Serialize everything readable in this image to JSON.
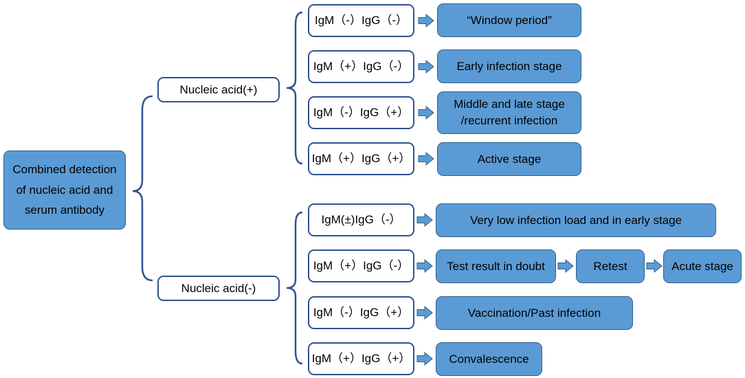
{
  "colors": {
    "box_fill": "#5b9bd5",
    "box_border": "#2e5c8a",
    "node_border": "#2f528f",
    "brace": "#2f528f",
    "arrow_fill": "#5b9bd5"
  },
  "root": {
    "lines": [
      "Combined detection",
      "of nucleic acid and",
      "serum antibody"
    ]
  },
  "positive": {
    "label": "Nucleic acid(+)",
    "results": [
      {
        "test": "IgM（-）IgG（-）",
        "outcome": "“Window period”"
      },
      {
        "test": "IgM（+）IgG（-）",
        "outcome": "Early infection stage"
      },
      {
        "test": "IgM（-）IgG（+）",
        "outcome_lines": [
          "Middle and late stage",
          "/recurrent infection"
        ]
      },
      {
        "test": "IgM（+）IgG（+）",
        "outcome": "Active stage"
      }
    ]
  },
  "negative": {
    "label": "Nucleic acid(-)",
    "results": [
      {
        "test": "IgM(±)IgG（-）",
        "outcome": "Very low infection load and in early stage"
      },
      {
        "test": "IgM（+）IgG（-）",
        "outcome": "Test result in doubt",
        "next": "Retest",
        "final": "Acute stage"
      },
      {
        "test": "IgM（-）IgG（+）",
        "outcome": "Vaccination/Past infection"
      },
      {
        "test": "IgM（+）IgG（+）",
        "outcome": "Convalescence"
      }
    ]
  }
}
